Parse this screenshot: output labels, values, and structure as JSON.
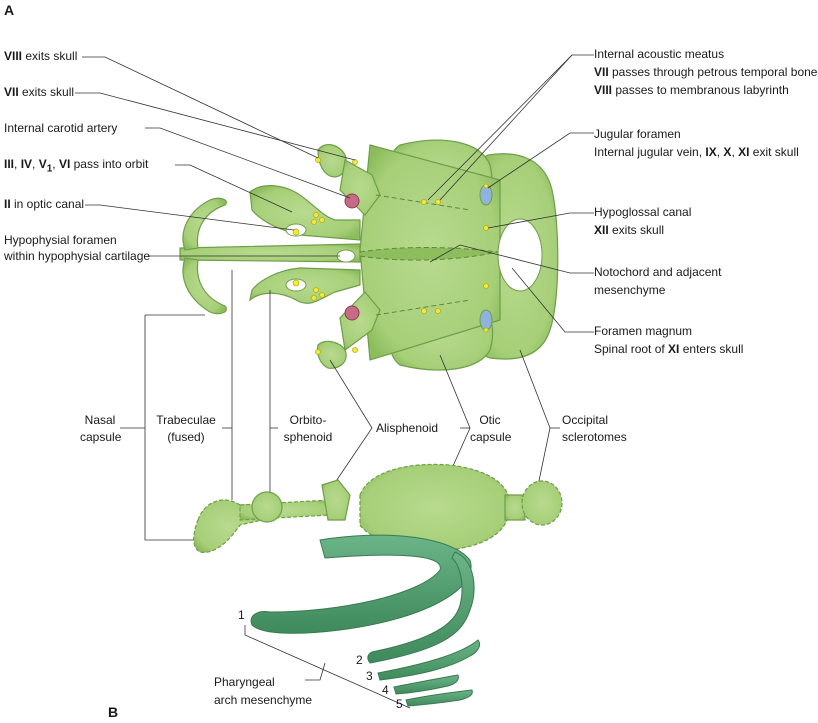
{
  "panels": {
    "a": "A",
    "b": "B"
  },
  "colors": {
    "cartilage_fill": "#a9d07c",
    "cartilage_stroke": "#6f9e4a",
    "arch_fill": "#4f9a6d",
    "nerve_dot": "#f3ea38",
    "carotid": "#c66b85",
    "jugular_blue": "#8fb3dc",
    "leader": "#333333"
  },
  "labels_left": {
    "viii_exits": {
      "bold": "VIII",
      "text": " exits skull"
    },
    "vii_exits": {
      "bold": "VII",
      "text": " exits skull"
    },
    "internal_carotid": "Internal carotid artery",
    "orbit": {
      "n3": "III",
      "sep1": ", ",
      "n4": "IV",
      "sep2": ", ",
      "v": "V",
      "v_sub": "1",
      "sep3": ", ",
      "n6": "VI",
      "text": " pass into orbit"
    },
    "optic": {
      "bold": "II",
      "text": " in optic canal"
    },
    "hypophysial_line1": "Hypophysial foramen",
    "hypophysial_line2": "within hypophysial cartilage"
  },
  "labels_right": {
    "acoustic_line1": "Internal acoustic meatus",
    "acoustic_line2": {
      "bold": "VII",
      "text": " passes through petrous temporal bone,"
    },
    "acoustic_line3": {
      "bold": "VIII",
      "text": " passes to membranous labyrinth"
    },
    "jugular_line1": "Jugular foramen",
    "jugular_line2": {
      "text": "Internal jugular vein, ",
      "ix": "IX",
      "sep1": ", ",
      "x": "X",
      "sep2": ", ",
      "xi": "XI",
      "tail": " exit skull"
    },
    "hypoglossal_line1": "Hypoglossal canal",
    "hypoglossal_line2": {
      "bold": "XII",
      "text": " exits skull"
    },
    "notochord_line1": "Notochord and adjacent",
    "notochord_line2": "mesenchyme",
    "magnum_line1": "Foramen magnum",
    "magnum_line2": {
      "text": "Spinal root of ",
      "bold": "XI",
      "tail": " enters skull"
    }
  },
  "labels_mid": {
    "nasal": [
      "Nasal",
      "capsule"
    ],
    "trabeculae": [
      "Trabeculae",
      "(fused)"
    ],
    "orbitosphenoid": [
      "Orbito-",
      "sphenoid"
    ],
    "alisphenoid": "Alisphenoid",
    "otic": [
      "Otic",
      "capsule"
    ],
    "occipital": [
      "Occipital",
      "sclerotomes"
    ]
  },
  "arches": {
    "numbers": [
      "1",
      "2",
      "3",
      "4",
      "5"
    ],
    "label": [
      "Pharyngeal",
      "arch mesenchyme"
    ]
  }
}
